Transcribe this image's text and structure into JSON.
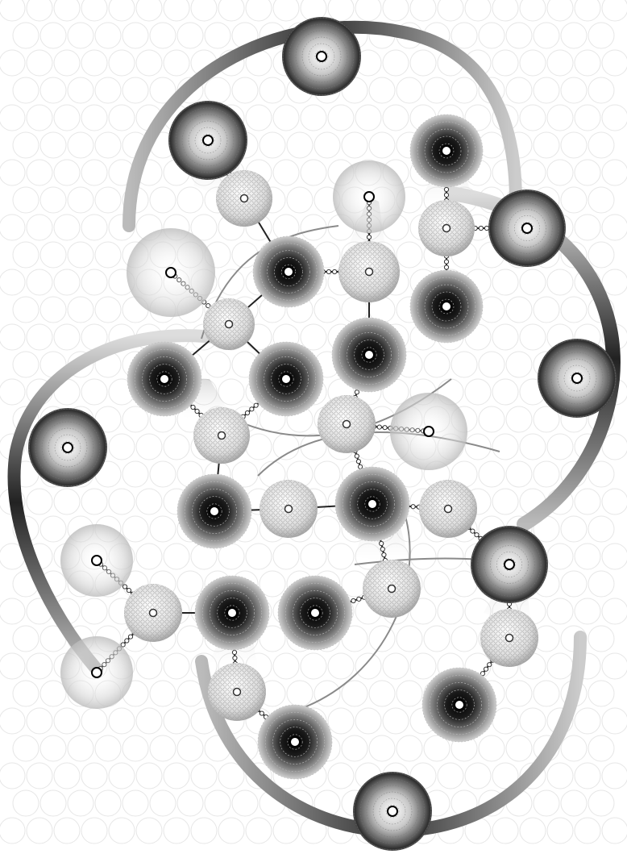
{
  "artwork": {
    "type": "generative-network-illustration",
    "palette": {
      "background": "#ffffff",
      "cell_lattice": "#e4e4e4",
      "ink": "#111111",
      "mid_gray": "#8a8a8a",
      "light_gray": "#dcdcdc"
    },
    "node_kinds": [
      "dark-radial-node",
      "light-ring-node",
      "faint-halo-node",
      "dotted-sphere-node",
      "small-open-node"
    ],
    "connector_kinds": [
      "solid-line",
      "dotted-bead-chain"
    ],
    "arc_kinds": [
      "thick-gradient-crescent",
      "thin-sweeping-arc"
    ]
  }
}
